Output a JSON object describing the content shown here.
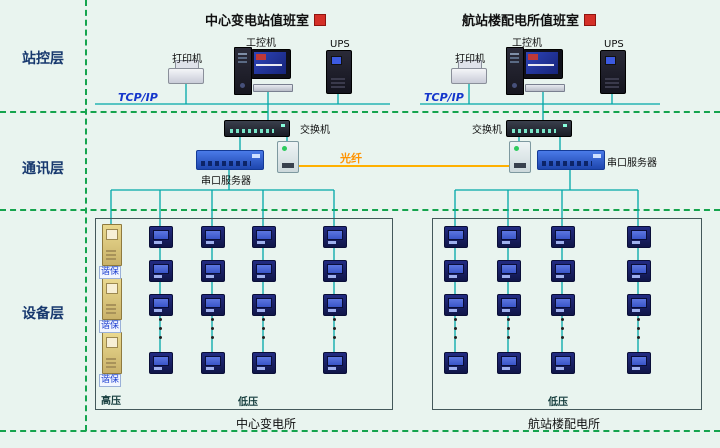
{
  "colors": {
    "background": "#e9f4ef",
    "wire": "#00a8a8",
    "fiber": "#ffb000",
    "divider_green": "#15a44e",
    "layer_text": "#17386e",
    "tcpip_text": "#1536cc",
    "fiber_text": "#ff9300"
  },
  "layers": [
    {
      "label": "站控层"
    },
    {
      "label": "通讯层"
    },
    {
      "label": "设备层"
    }
  ],
  "fiber_label": "光纤",
  "groups": [
    {
      "title": "中心变电站值班室",
      "printer_label": "打印机",
      "pc_label": "工控机",
      "ups_label": "UPS",
      "tcpip_label": "TCP/IP",
      "switch_label": "交换机",
      "serial_server_label": "串口服务器",
      "hv_label": "高压",
      "lv_label": "低压",
      "station_label": "中心变电所",
      "cabinet_label": "谐保",
      "cabinet_count": 3,
      "meter_columns": 4,
      "meter_rows_visible": 4,
      "ellipsis": true
    },
    {
      "title": "航站楼配电所值班室",
      "printer_label": "打印机",
      "pc_label": "工控机",
      "ups_label": "UPS",
      "tcpip_label": "TCP/IP",
      "switch_label": "交换机",
      "serial_server_label": "串口服务器",
      "lv_label": "低压",
      "station_label": "航站楼配电所",
      "meter_columns": 4,
      "meter_rows_visible": 4,
      "ellipsis": true
    }
  ]
}
